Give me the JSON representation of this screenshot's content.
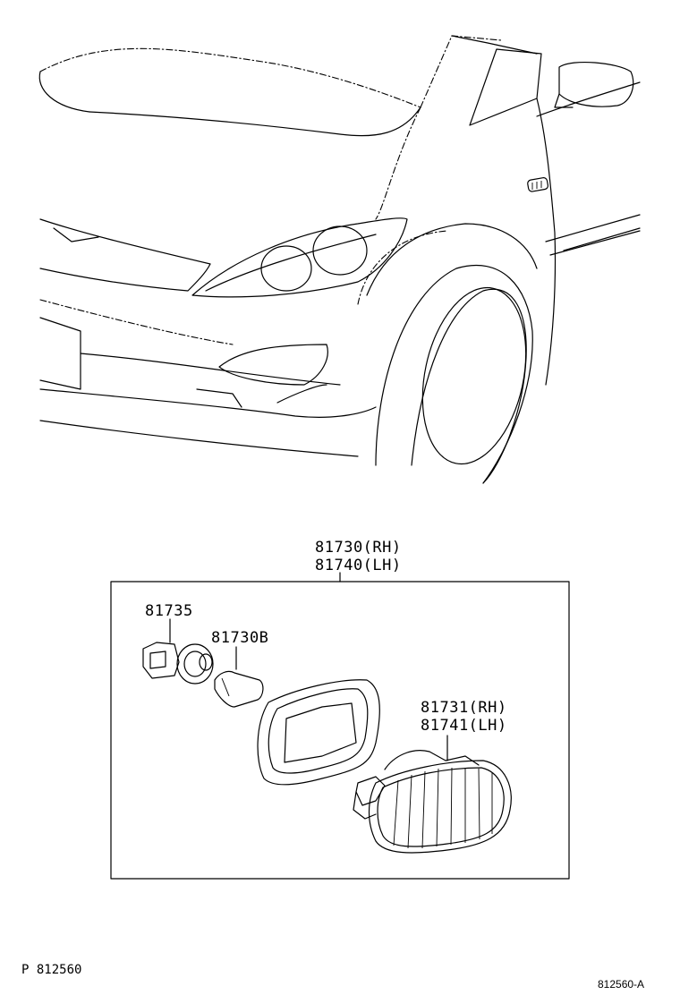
{
  "diagram": {
    "assembly_labels": [
      "81730(RH)",
      "81740(LH)"
    ],
    "socket_label": "81735",
    "bulb_label": "81730B",
    "lens_labels": [
      "81731(RH)",
      "81741(LH)"
    ]
  },
  "footer": {
    "page_ref": "P 812560",
    "figure_ref": "812560-A"
  }
}
